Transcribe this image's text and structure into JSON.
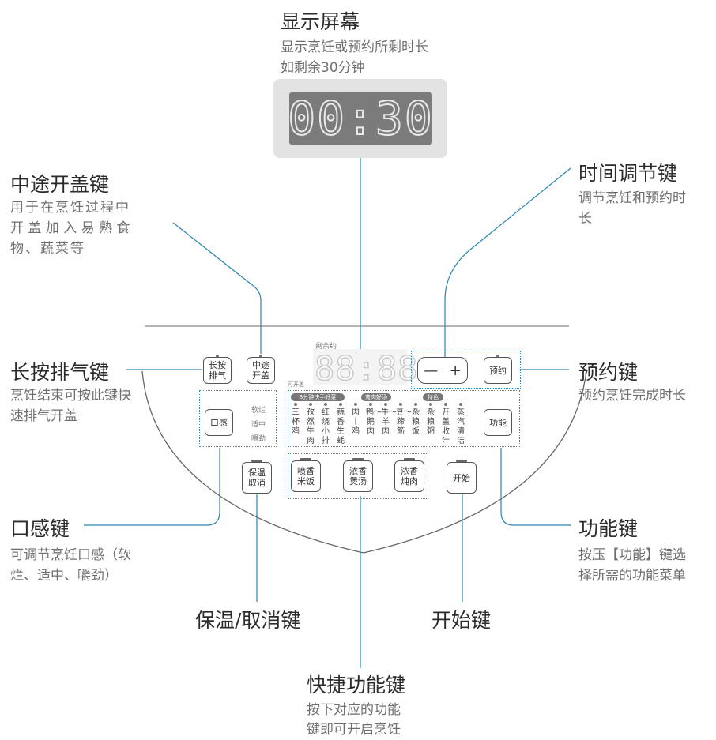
{
  "display": {
    "title": "显示屏幕",
    "desc_line1": "显示烹饪或预约所剩时长",
    "desc_line2": "如剩余30分钟",
    "screen_value": "00:30"
  },
  "lid_key": {
    "title": "中途开盖键",
    "desc_line1": "用于在烹饪过程中",
    "desc_line2": "开 盖 加 入 易 熟 食",
    "desc_line3": "物、蔬菜等"
  },
  "time_key": {
    "title": "时间调节键",
    "desc_line1": "调节烹饪和预约时",
    "desc_line2": "长"
  },
  "vent_key": {
    "title": "长按排气键",
    "desc_line1": "烹饪结束可按此键快",
    "desc_line2": "速排气开盖"
  },
  "preset_key": {
    "title": "预约键",
    "desc_line1": "预约烹饪完成时长"
  },
  "texture_key": {
    "title": "口感键",
    "desc_line1": "可调节烹饪口感（软",
    "desc_line2": "烂、适中、嚼劲）"
  },
  "function_key": {
    "title": "功能键",
    "desc_line1": "按压【功能】键选",
    "desc_line2": "择所需的功能菜单"
  },
  "keepwarm_key": {
    "title": "保温/取消键"
  },
  "start_key": {
    "title": "开始键"
  },
  "quick_key": {
    "title": "快捷功能键",
    "desc_line1": "按下对应的功能",
    "desc_line2": "键即可开启烹饪"
  },
  "panel": {
    "remaining_label": "剩余约",
    "lid_open_small": "可开盖",
    "lcd_value": "88:88",
    "btn_vent_l1": "长按",
    "btn_vent_l2": "排气",
    "btn_lid_l1": "中途",
    "btn_lid_l2": "开盖",
    "btn_minus": "—",
    "btn_plus": "+",
    "btn_preset": "预约",
    "btn_texture": "口感",
    "texture_soft": "软烂",
    "texture_medium": "适中",
    "texture_chewy": "嚼劲",
    "btn_function": "功能",
    "btn_keepwarm_l1": "保温",
    "btn_keepwarm_l2": "取消",
    "btn_rice_l1": "喷香",
    "btn_rice_l2": "米饭",
    "btn_soup_l1": "浓香",
    "btn_soup_l2": "煲汤",
    "btn_stew_l1": "浓香",
    "btn_stew_l2": "炖肉",
    "btn_start": "开始",
    "cat1": "8分钟快手好菜",
    "cat2": "禽肉好汤",
    "cat3": "特色",
    "menu": [
      "三杯鸡",
      "孜然牛肉",
      "红烧小排",
      "蒜香生蚝",
      "肉丨鸡",
      "鸭〜鹅肉",
      "牛〜羊肉",
      "豆〜蹄筋",
      "杂粮饭",
      "杂粮粥",
      "开盖收汁",
      "蒸汽清洁"
    ]
  }
}
